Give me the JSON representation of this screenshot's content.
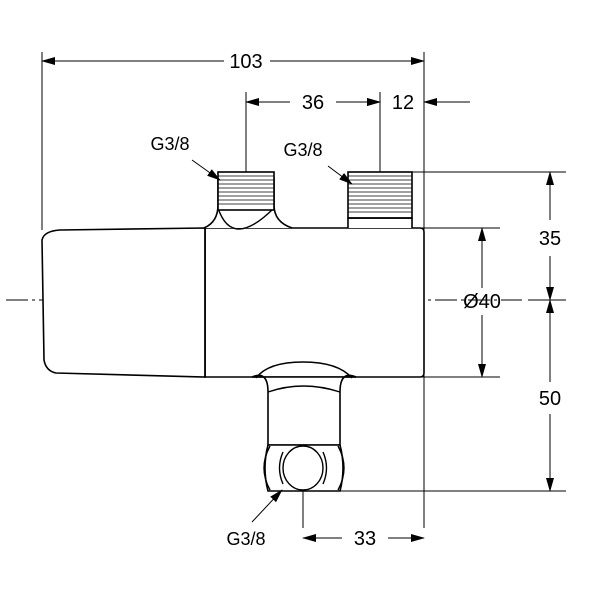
{
  "drawing": {
    "dimensions": {
      "overall_width": "103",
      "inlet_spacing": "36",
      "inlet_offset": "12",
      "upper_height": "35",
      "body_diameter": "Ø40",
      "lower_height": "50",
      "outlet_offset": "33"
    },
    "thread_labels": {
      "inlet_left": "G3/8",
      "inlet_right": "G3/8",
      "outlet": "G3/8"
    }
  }
}
